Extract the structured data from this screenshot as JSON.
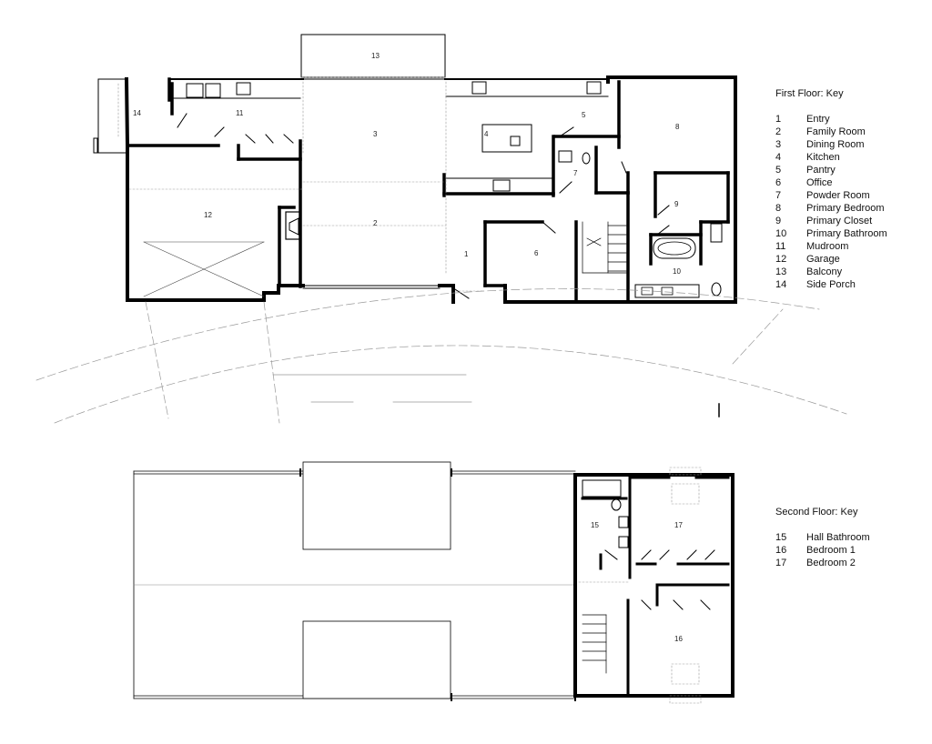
{
  "first_floor_key": {
    "title": "First Floor: Key",
    "items": [
      {
        "num": "1",
        "name": "Entry"
      },
      {
        "num": "2",
        "name": "Family Room"
      },
      {
        "num": "3",
        "name": "Dining Room"
      },
      {
        "num": "4",
        "name": "Kitchen"
      },
      {
        "num": "5",
        "name": "Pantry"
      },
      {
        "num": "6",
        "name": "Office"
      },
      {
        "num": "7",
        "name": "Powder Room"
      },
      {
        "num": "8",
        "name": "Primary Bedroom"
      },
      {
        "num": "9",
        "name": "Primary Closet"
      },
      {
        "num": "10",
        "name": "Primary Bathroom"
      },
      {
        "num": "11",
        "name": "Mudroom"
      },
      {
        "num": "12",
        "name": "Garage"
      },
      {
        "num": "13",
        "name": "Balcony"
      },
      {
        "num": "14",
        "name": "Side Porch"
      }
    ]
  },
  "second_floor_key": {
    "title": "Second Floor: Key",
    "items": [
      {
        "num": "15",
        "name": "Hall Bathroom"
      },
      {
        "num": "16",
        "name": "Bedroom 1"
      },
      {
        "num": "17",
        "name": "Bedroom 2"
      }
    ]
  }
}
